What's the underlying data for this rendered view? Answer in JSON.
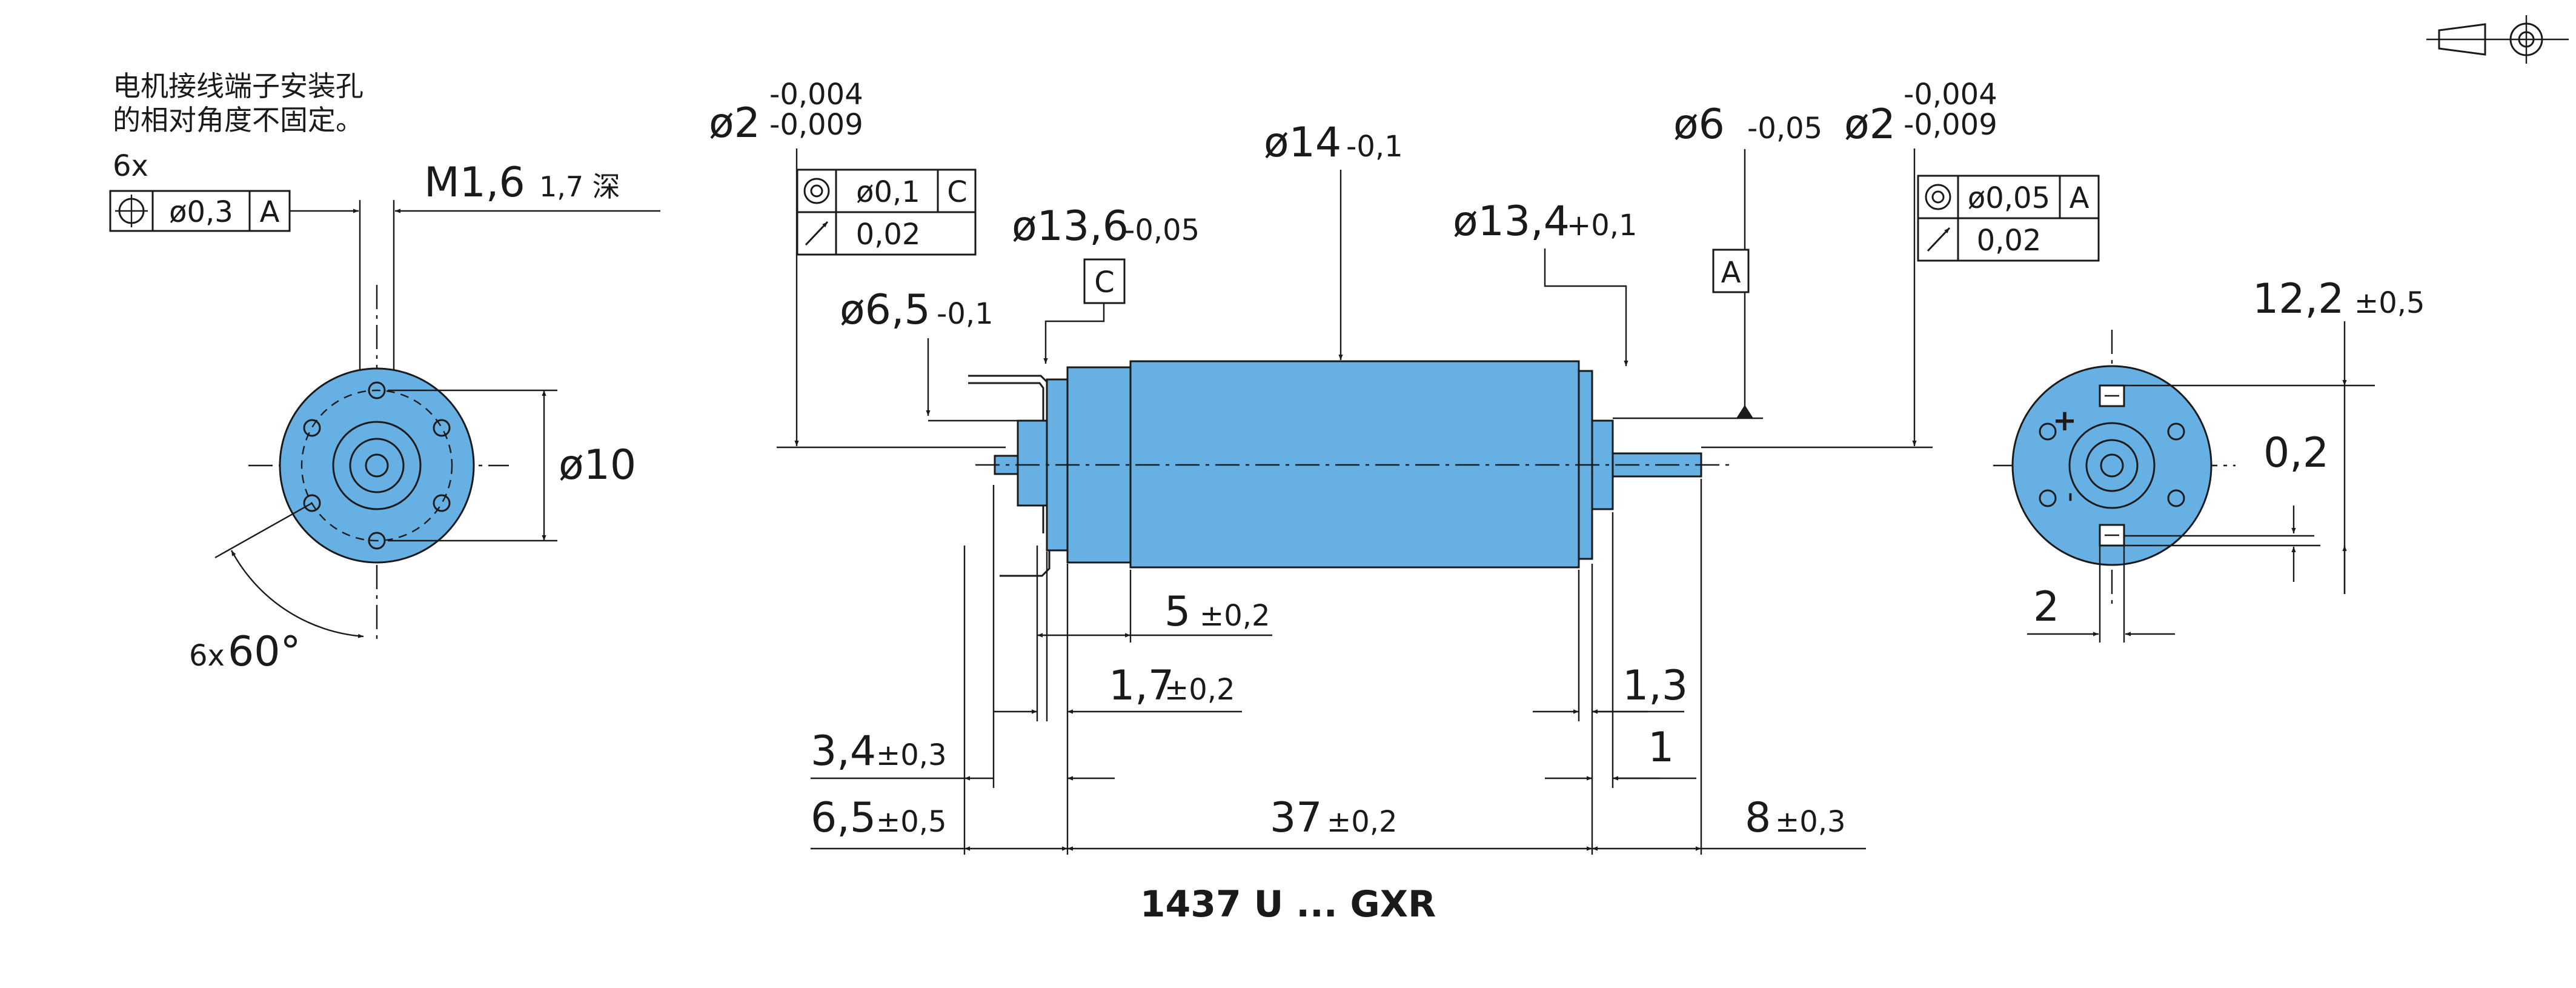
{
  "note": {
    "line1": "电机接线端子安装孔",
    "line2": "的相对角度不固定。"
  },
  "left_view": {
    "hole_count": "6x",
    "tol_symbol_pos": "⌖",
    "tol_value": "ø0,3",
    "tol_datum": "A",
    "thread": "M1,6",
    "thread_depth": "1,7 深",
    "circle_dia": "ø10",
    "angle_prefix": "6x",
    "angle": "60°"
  },
  "side_view": {
    "shaft_left_dia": "ø2",
    "shaft_left_tol_upper": "-0,004",
    "shaft_left_tol_lower": "-0,009",
    "ftc_left_row1_symbol": "◎",
    "ftc_left_row1_value": "ø0,1",
    "ftc_left_row1_datum": "C",
    "ftc_left_row2_symbol": "↗",
    "ftc_left_row2_value": "0,02",
    "body_dia": "ø14",
    "body_dia_tol": "-0,1",
    "cap_dia": "ø13,6",
    "cap_dia_tol": "-0,05",
    "datum_c": "C",
    "boss_left_dia": "ø6,5",
    "boss_left_tol": "-0,1",
    "ring_dia": "ø13,4",
    "ring_dia_tol": "+0,1",
    "boss_right_dia": "ø6",
    "boss_right_tol": "-0,05",
    "datum_a": "A",
    "shaft_right_dia": "ø2",
    "shaft_right_tol_upper": "-0,004",
    "shaft_right_tol_lower": "-0,009",
    "ftc_right_row1_symbol": "◎",
    "ftc_right_row1_value": "ø0,05",
    "ftc_right_row1_datum": "A",
    "ftc_right_row2_symbol": "↗",
    "ftc_right_row2_value": "0,02",
    "dim_5": "5",
    "dim_5_tol": "±0,2",
    "dim_1_7": "1,7",
    "dim_1_7_tol": "±0,2",
    "dim_1_3": "1,3",
    "dim_1": "1",
    "dim_3_4": "3,4",
    "dim_3_4_tol": "±0,3",
    "dim_6_5": "6,5",
    "dim_6_5_tol": "±0,5",
    "dim_37": "37",
    "dim_37_tol": "±0,2",
    "dim_8": "8",
    "dim_8_tol": "±0,3",
    "model": "1437 U ... GXR"
  },
  "right_view": {
    "dim_12_2": "12,2",
    "dim_12_2_tol": "±0,5",
    "dim_0_2": "0,2",
    "dim_2": "2",
    "terminal_plus": "+",
    "terminal_minus": "-"
  },
  "colors": {
    "motor_blue": "#66b0e3",
    "line": "#1a1a1a"
  },
  "icons": [
    "first-angle-projection-icon",
    "concentricity-icon",
    "runout-icon",
    "position-icon"
  ]
}
